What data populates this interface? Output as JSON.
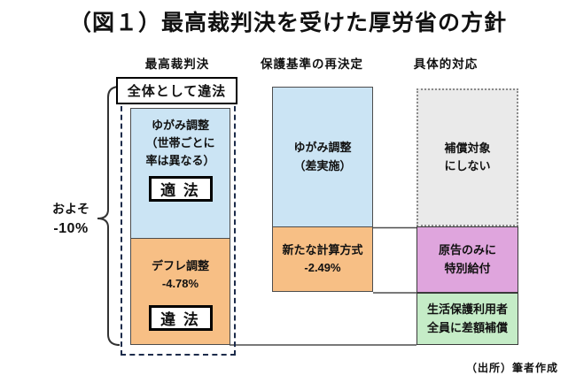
{
  "title": "（図１）最高裁判決を受けた厚労省の方針",
  "source": "（出所）筆者作成",
  "brace_label": {
    "line1": "およそ",
    "line2": "-10%"
  },
  "columns": {
    "court": {
      "header": "最高裁判決",
      "overall_label": "全体として違法",
      "blue": {
        "line1": "ゆがみ調整",
        "line2": "（世帯ごとに",
        "line3": "率は異なる）",
        "verdict": "適 法"
      },
      "orange": {
        "line1": "デフレ調整",
        "line2": "-4.78%",
        "verdict": "違 法"
      }
    },
    "redecision": {
      "header": "保護基準の再決定",
      "blue": {
        "line1": "ゆがみ調整",
        "line2": "（差実施）"
      },
      "orange": {
        "line1": "新たな計算方式",
        "line2": "-2.49%"
      }
    },
    "response": {
      "header": "具体的対応",
      "gray": {
        "line1": "補償対象",
        "line2": "にしない"
      },
      "pink": {
        "line1": "原告のみに",
        "line2": "特別給付"
      },
      "green": {
        "line1": "生活保護利用者",
        "line2": "全員に差額補償"
      }
    }
  },
  "colors": {
    "blue": "#cbe4f4",
    "orange": "#f7bf85",
    "pink": "#dfa5dd",
    "green": "#c5ecc7",
    "gray": "#eaeaea"
  }
}
